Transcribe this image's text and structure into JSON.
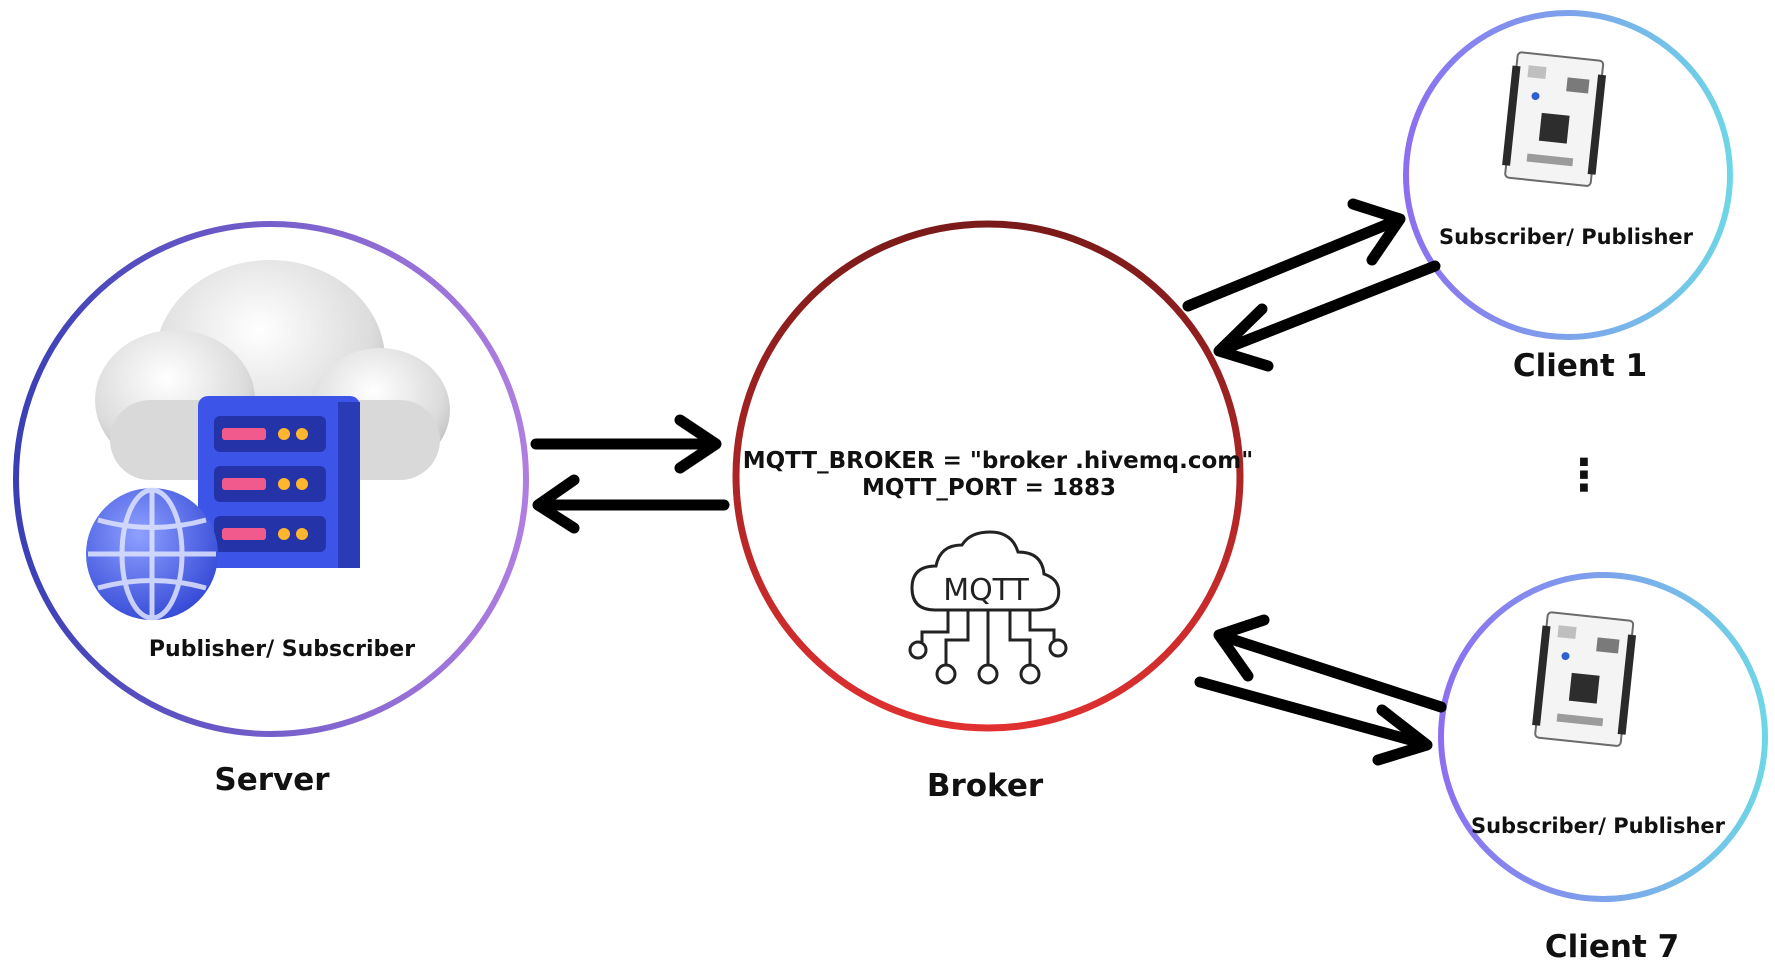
{
  "server": {
    "label": "Server",
    "role": "Publisher/ Subscriber",
    "icons": [
      "cloud-icon",
      "server-rack-icon",
      "globe-icon"
    ]
  },
  "broker": {
    "label": "Broker",
    "config_line_1": "MQTT_BROKER = \"broker .hivemq.com\"",
    "config_line_2": "MQTT_PORT = 1883",
    "logo_text": "MQTT",
    "ring_colors": [
      "#7a1a1a",
      "#e03030"
    ]
  },
  "clients": [
    {
      "label": "Client 1",
      "role": "Subscriber/ Publisher",
      "icon": "dev-board-icon"
    },
    {
      "label": "Client 7",
      "role": "Subscriber/ Publisher",
      "icon": "dev-board-icon"
    }
  ],
  "ellipsis": "⋮",
  "colors": {
    "server_ring_start": "#3a3fb5",
    "server_ring_end": "#b07ee0",
    "client_ring_start": "#8c6ff0",
    "client_ring_end": "#6ed6e6",
    "server_box": "#3d54e8",
    "globe": "#4a63e6"
  }
}
